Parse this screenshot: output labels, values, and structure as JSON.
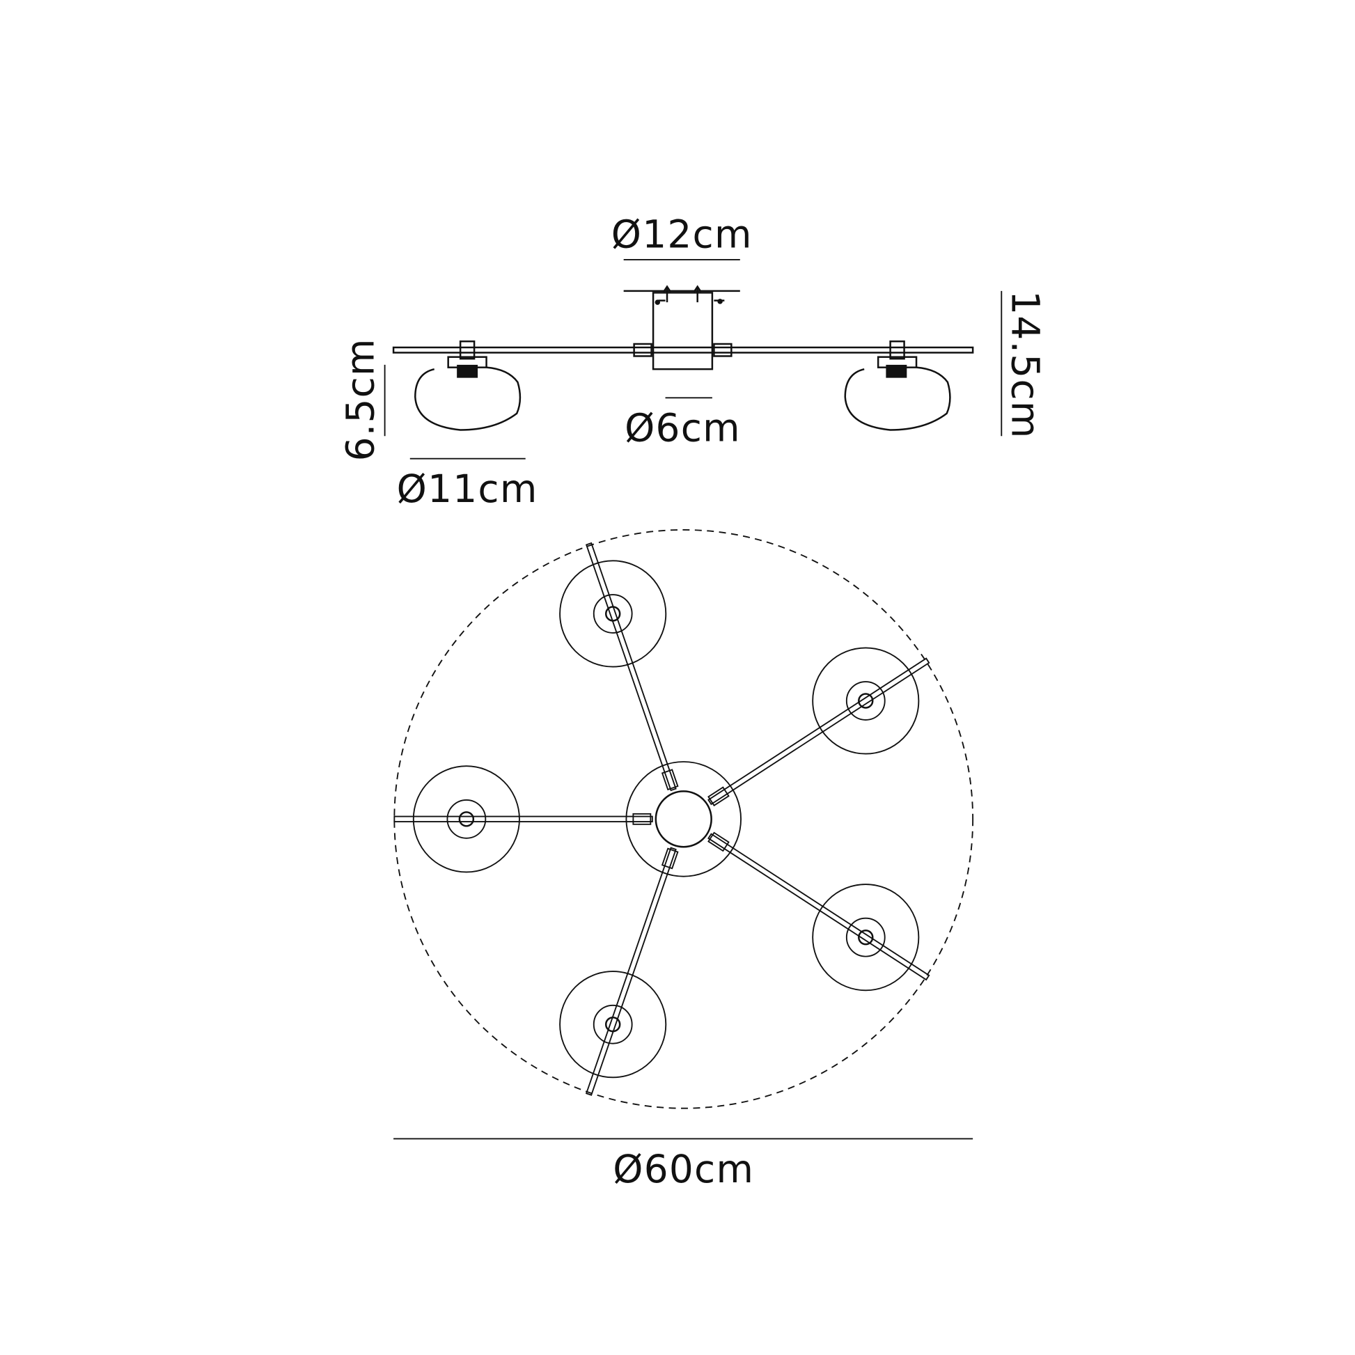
{
  "title": "Ceiling light dimension drawing",
  "colors": {
    "line": "#111111",
    "background": "#ffffff"
  },
  "dimensions": {
    "canopy_diameter": "Ø12cm",
    "body_diameter": "Ø6cm",
    "shade_height": "6.5cm",
    "shade_diameter": "Ø11cm",
    "total_height": "14.5cm",
    "overall_diameter": "Ø60cm"
  },
  "plan_view": {
    "arm_count": 5,
    "arm_angles_deg": [
      -109,
      -33,
      180,
      33,
      109
    ]
  }
}
